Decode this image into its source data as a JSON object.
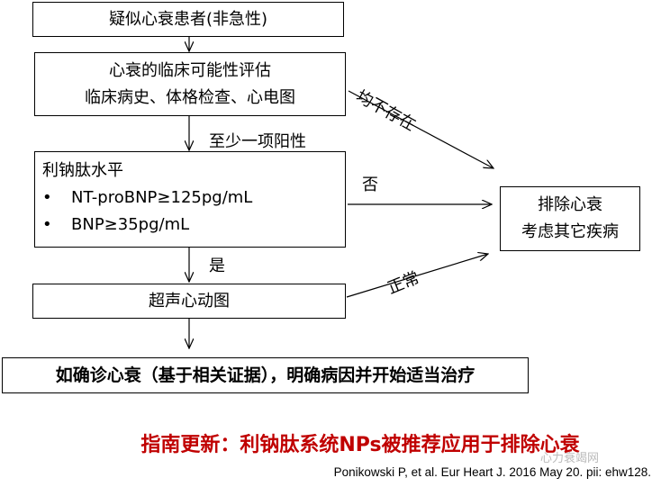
{
  "boxes": {
    "suspected": "疑似心衰患者(非急性)",
    "assessment": {
      "line1": "心衰的临床可能性评估",
      "line2": "临床病史、体格检查、心电图"
    },
    "np_level": {
      "title": "利钠肽水平",
      "items": [
        "NT-proBNP≥125pg/mL",
        "BNP≥35pg/mL"
      ],
      "bullet": "•"
    },
    "echo": "超声心动图",
    "confirm": "如确诊心衰（基于相关证据），明确病因并开始适当治疗",
    "exclude": {
      "line1": "排除心衰",
      "line2": "考虑其它疾病"
    }
  },
  "edges": {
    "at_least_one_positive": "至少一项阳性",
    "yes": "是",
    "no": "否",
    "none_present": "均不存在",
    "normal": "正常"
  },
  "headline": "指南更新：利钠肽系统NPs被推荐应用于排除心衰",
  "citation": "Ponikowski P, et al. Eur Heart J. 2016 May 20. pii: ehw128.",
  "watermark": "心力衰竭网",
  "colors": {
    "headline": "#c00000"
  }
}
